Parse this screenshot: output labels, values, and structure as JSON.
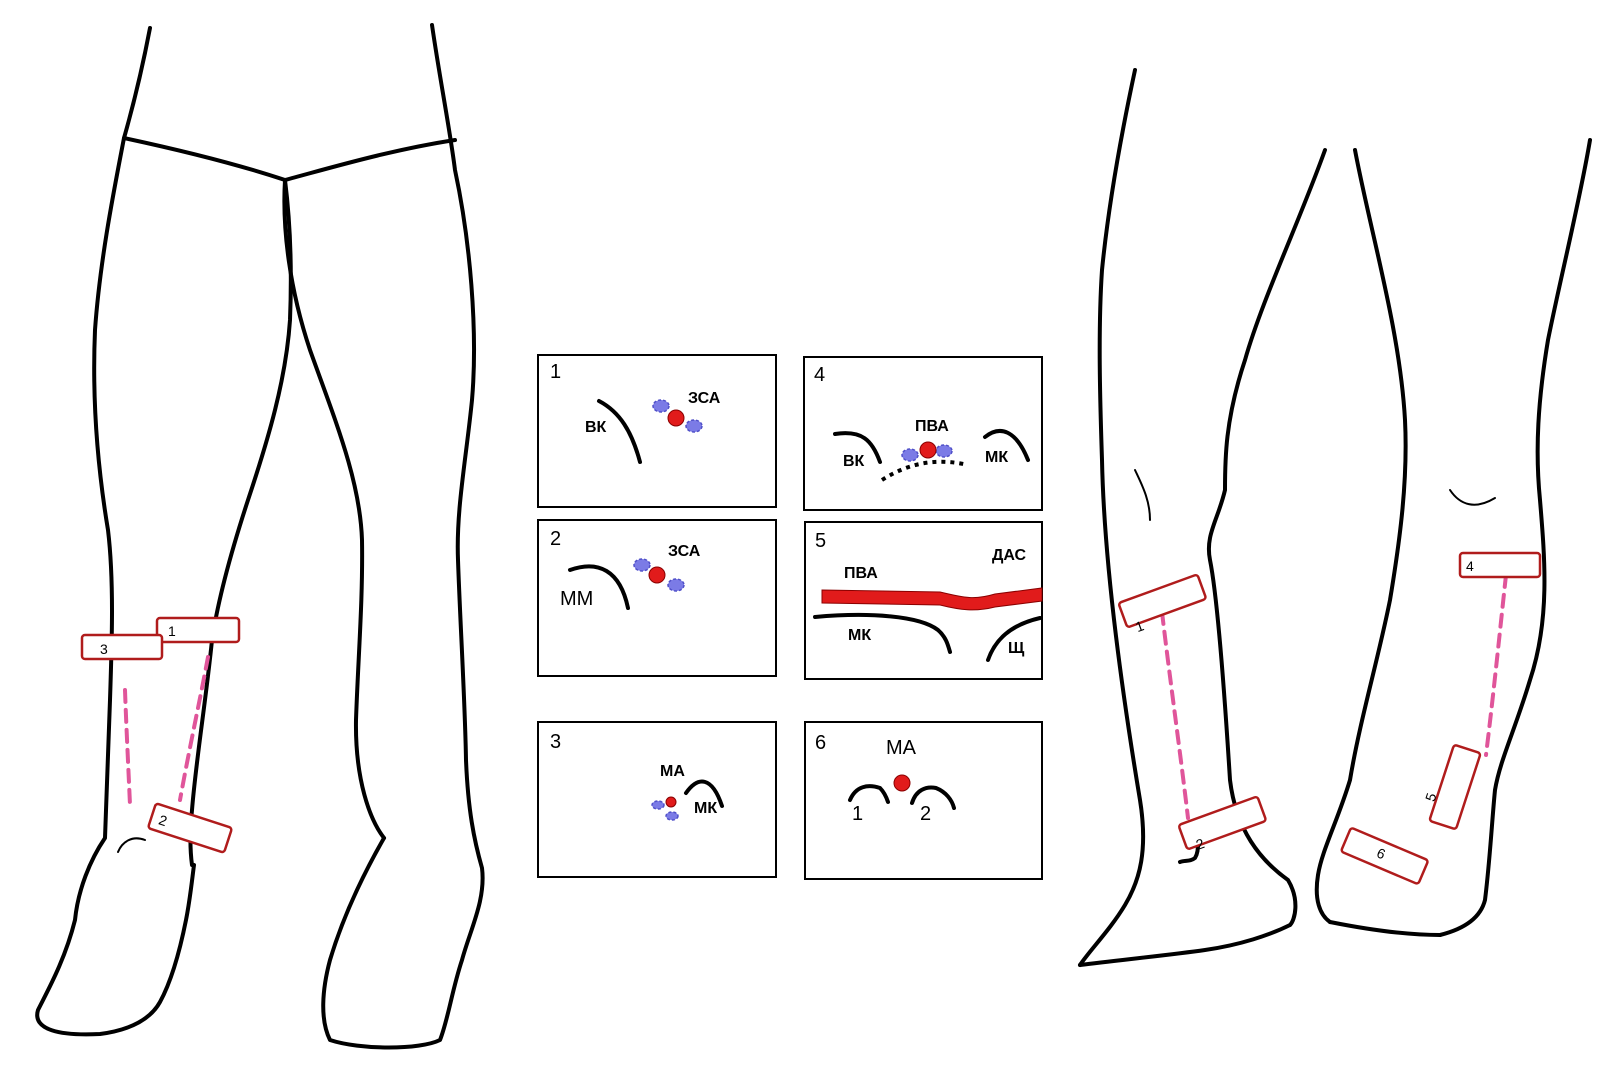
{
  "left_figure": {
    "probe_labels": [
      "1",
      "2",
      "3"
    ]
  },
  "right_figure": {
    "probe_labels": [
      "1",
      "2",
      "4",
      "5",
      "6"
    ]
  },
  "panels": [
    {
      "number": "1",
      "labels": {
        "artery": "ЗСА",
        "bone": "ВК"
      }
    },
    {
      "number": "2",
      "labels": {
        "artery": "ЗСА",
        "bone": "ММ"
      }
    },
    {
      "number": "3",
      "labels": {
        "artery": "МА",
        "bone": "МК"
      }
    },
    {
      "number": "4",
      "labels": {
        "artery": "ПВА",
        "bone_left": "ВК",
        "bone_right": "МК"
      }
    },
    {
      "number": "5",
      "labels": {
        "artery": "ПВА",
        "top_right": "ДАС",
        "bone_left": "МК",
        "bone_right": "Щ"
      }
    },
    {
      "number": "6",
      "labels": {
        "artery": "МА",
        "bone_left": "1",
        "bone_right": "2"
      }
    }
  ],
  "colors": {
    "artery": "#e11b1b",
    "vein": "#7b7be6",
    "probe_outline": "#b01c1c",
    "dashed_path": "#e0559a"
  }
}
